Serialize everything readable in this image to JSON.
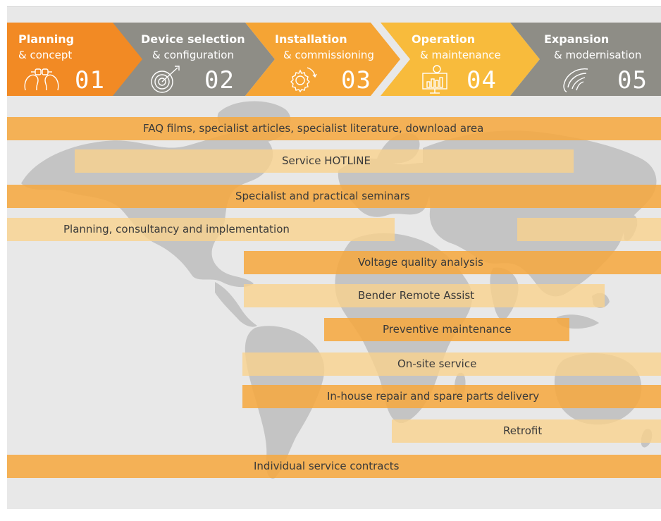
{
  "stages": [
    {
      "title": "Planning",
      "subtitle": "& concept",
      "number": "01",
      "icon": "handshake-heads-icon",
      "color": "#f28a24"
    },
    {
      "title": "Device selection",
      "subtitle": "& configuration",
      "number": "02",
      "icon": "target-icon",
      "color": "#8e8d86"
    },
    {
      "title": "Installation",
      "subtitle": "& commissioning",
      "number": "03",
      "icon": "gear-icon",
      "color": "#f5a434"
    },
    {
      "title": "Operation",
      "subtitle": "& maintenance",
      "number": "04",
      "icon": "monitor-chart-icon",
      "color": "#f8bb3c"
    },
    {
      "title": "Expansion",
      "subtitle": "& modernisation",
      "number": "05",
      "icon": "swirl-icon",
      "color": "#8e8d86"
    }
  ],
  "services": [
    {
      "label": "FAQ films, specialist articles, specialist literature, download area"
    },
    {
      "label": "Service HOTLINE"
    },
    {
      "label": "Specialist and practical seminars"
    },
    {
      "label": "Planning, consultancy and implementation"
    },
    {
      "label": "Voltage quality analysis"
    },
    {
      "label": "Bender Remote Assist"
    },
    {
      "label": "Preventive maintenance"
    },
    {
      "label": "On-site service"
    },
    {
      "label": "In-house repair and spare parts delivery"
    },
    {
      "label": "Retrofit"
    },
    {
      "label": "Individual service contracts"
    }
  ],
  "colors": {
    "orange": "#f28a24",
    "grey": "#8e8d86",
    "amber": "#f5a434",
    "yellow": "#f8bb3c",
    "bar_dark": "#f5a841",
    "bar_light": "#fad28c",
    "background": "#e8e8e8",
    "map": "#c4c4c4"
  }
}
